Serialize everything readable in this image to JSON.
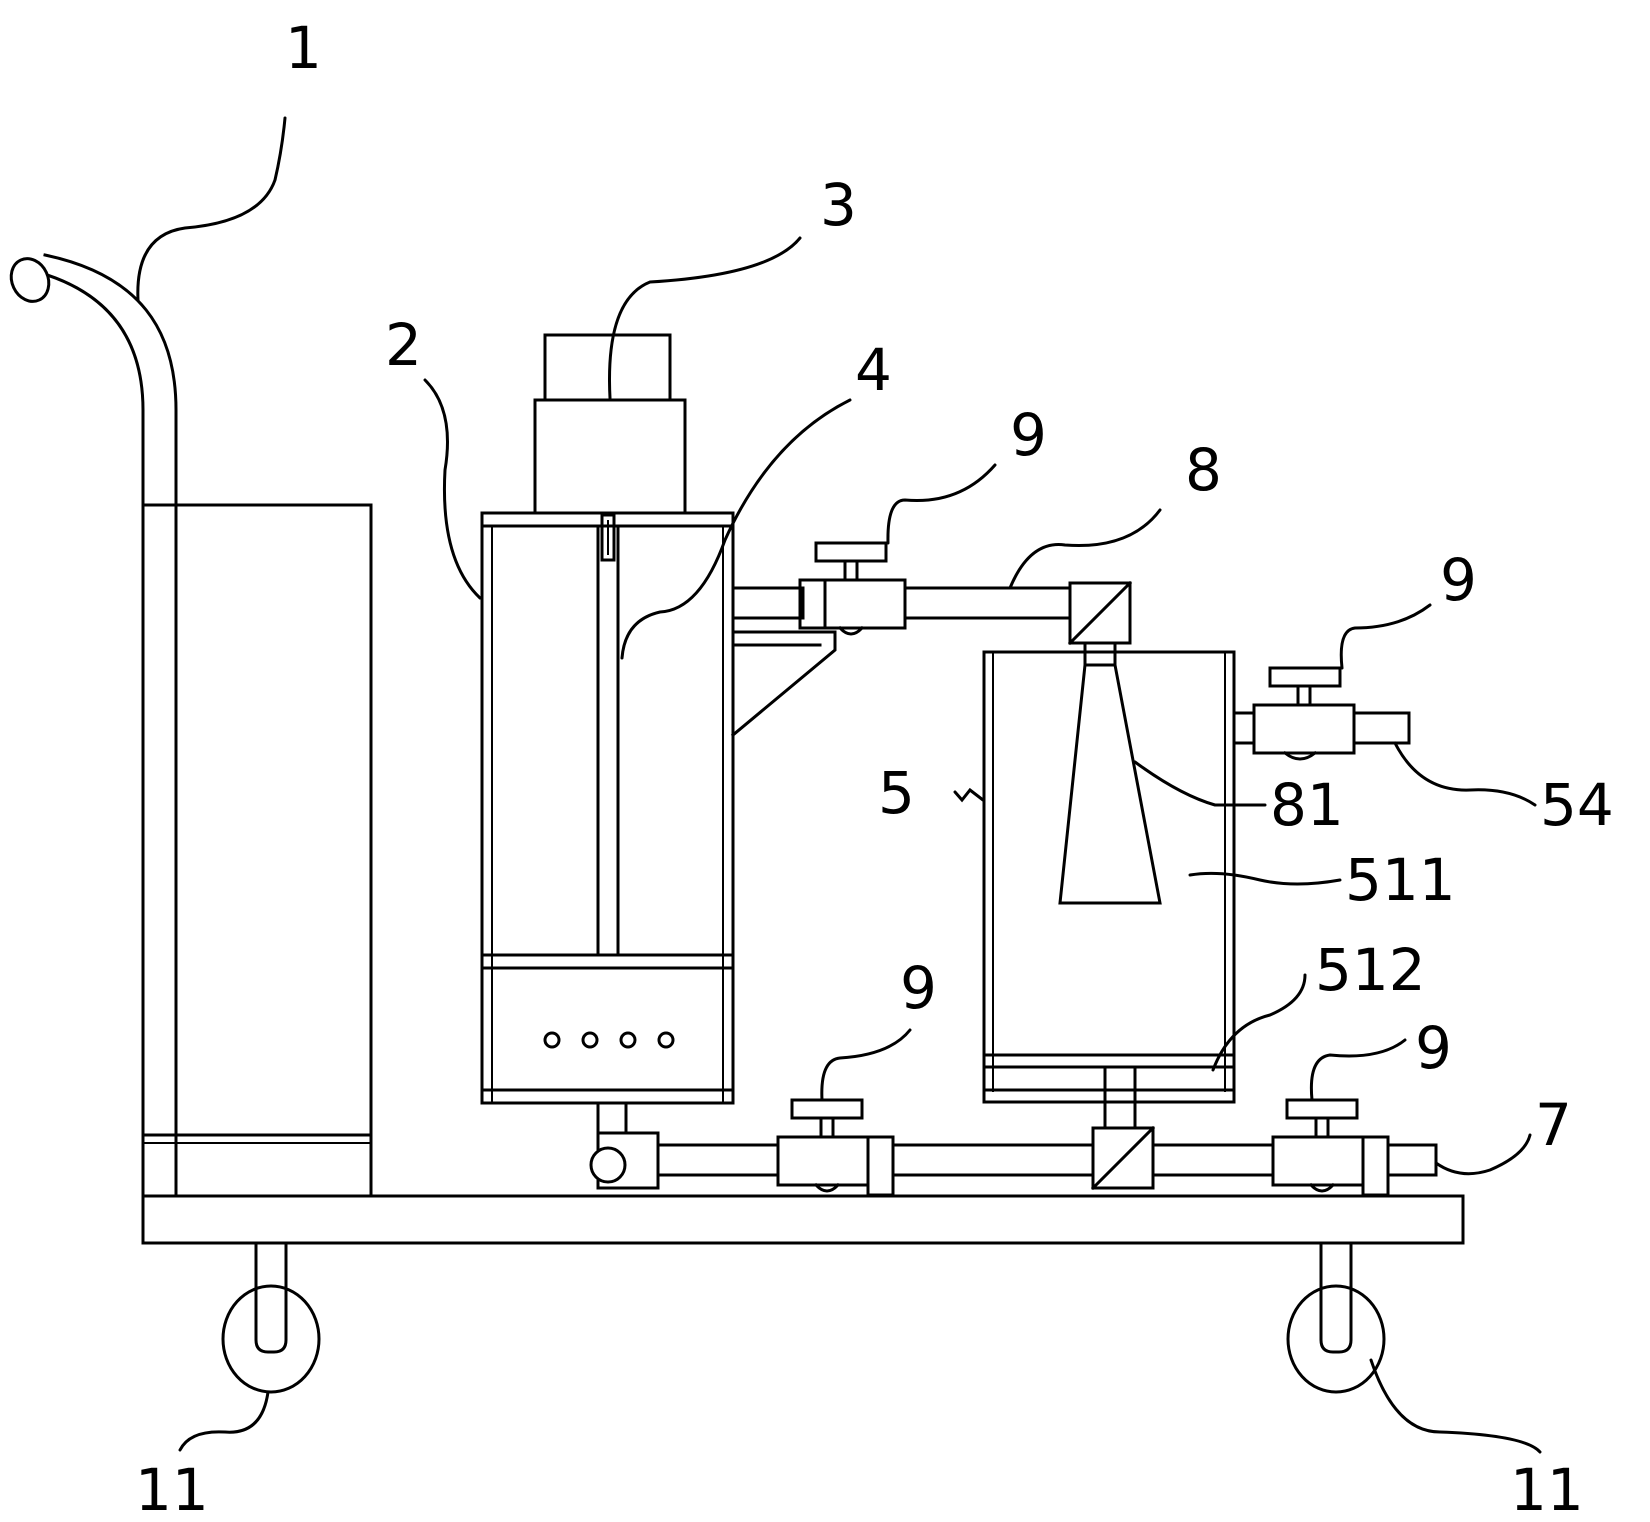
{
  "labels": {
    "handle": "1",
    "tank": "2",
    "motor": "3",
    "shaft": "4",
    "separator": "5",
    "outlet_pipe": "54",
    "base_pipe": "7",
    "spray_pipe": "8",
    "nozzle": "81",
    "upper_chamber": "511",
    "lower_chamber": "512",
    "valve_top": "9",
    "valve_right": "9",
    "valve_bottom_left": "9",
    "valve_bottom_right": "9",
    "wheel_left": "11",
    "wheel_right": "11"
  }
}
